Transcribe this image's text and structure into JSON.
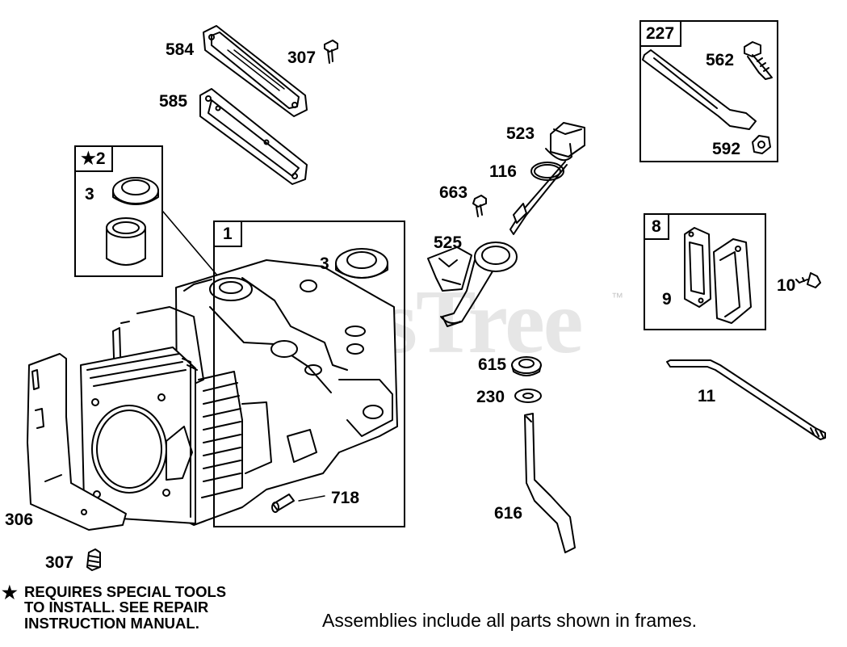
{
  "watermark": {
    "text": "PartsTree",
    "trademark": "™"
  },
  "labels": {
    "p584": "584",
    "p307a": "307",
    "p585": "585",
    "p3a": "3",
    "p3b": "3",
    "p1": "1",
    "p523": "523",
    "p116": "116",
    "p663": "663",
    "p525": "525",
    "p615": "615",
    "p230": "230",
    "p616": "616",
    "p227": "227",
    "p562": "562",
    "p592": "592",
    "p8": "8",
    "p9": "9",
    "p10": "10",
    "p11": "11",
    "p718": "718",
    "p306": "306",
    "p307b": "307"
  },
  "frames": {
    "kit2": "★2",
    "kit1": "1",
    "kit227": "227",
    "kit8": "8"
  },
  "note": {
    "star": "★",
    "line1": "REQUIRES SPECIAL TOOLS",
    "line2": "TO INSTALL.  SEE REPAIR",
    "line3": "INSTRUCTION MANUAL."
  },
  "footer": "Assemblies include all parts shown in frames."
}
